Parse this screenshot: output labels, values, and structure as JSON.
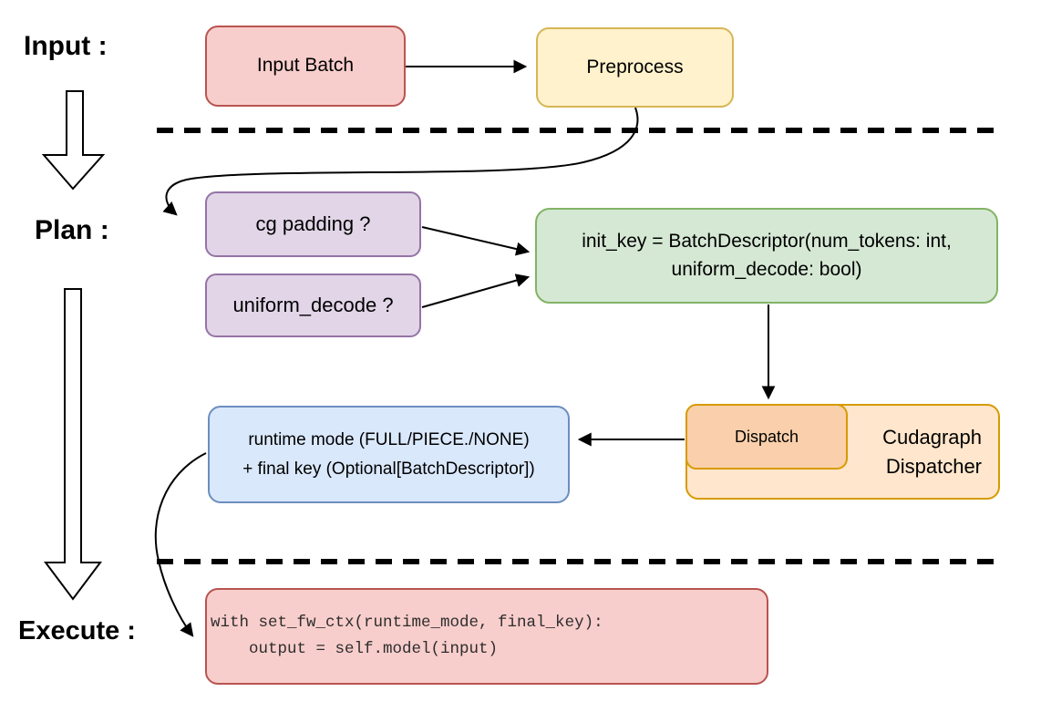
{
  "section_labels": {
    "input": "Input :",
    "plan": "Plan :",
    "execute": "Execute :"
  },
  "nodes": {
    "input_batch": {
      "label": "Input Batch"
    },
    "preprocess": {
      "label": "Preprocess"
    },
    "cg_padding": {
      "label": "cg padding ?"
    },
    "uniform_decode": {
      "label": "uniform_decode ?"
    },
    "init_key": {
      "lines": [
        "init_key = BatchDescriptor(num_tokens: int,",
        "uniform_decode: bool)"
      ]
    },
    "runtime_mode": {
      "lines": [
        "runtime mode (FULL/PIECE./NONE)",
        "+ final key (Optional[BatchDescriptor])"
      ]
    },
    "dispatch": {
      "label": "Dispatch"
    },
    "cudagraph_dispatcher": {
      "lines": [
        "Cudagraph",
        "Dispatcher"
      ]
    },
    "execute_code": {
      "lines": [
        "with set_fw_ctx(runtime_mode, final_key):",
        "    output = self.model(input)"
      ]
    }
  },
  "colors": {
    "background": "#ffffff",
    "pink_fill": "#f8cecc",
    "pink_stroke": "#b85450",
    "yellow_fill": "#fff2cc",
    "yellow_stroke": "#d6b656",
    "purple_fill": "#e1d5e7",
    "purple_stroke": "#9673a6",
    "green_fill": "#d5e8d4",
    "green_stroke": "#82b366",
    "blue_fill": "#dae8fc",
    "blue_stroke": "#6c8ebf",
    "orange_fill": "#ffe6cc",
    "orange_inner_fill": "#f9d0ab",
    "orange_stroke": "#d79b00",
    "arrow_stroke": "#000000",
    "text": "#000000"
  }
}
